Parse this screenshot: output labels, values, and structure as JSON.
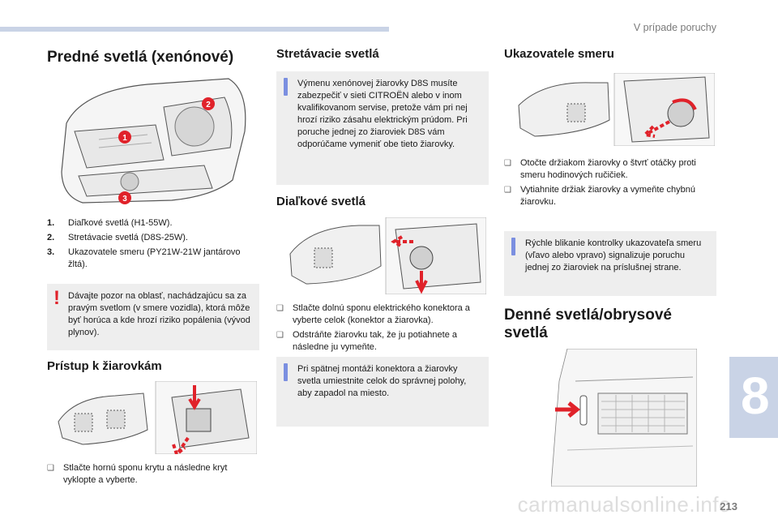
{
  "header": {
    "chapter_title": "V prípade poruchy",
    "chapter_number": "8",
    "page_number": "213"
  },
  "col1": {
    "title": "Predné svetlá (xenónové)",
    "list": [
      {
        "num": "1.",
        "text": "Diaľkové svetlá (H1-55W)."
      },
      {
        "num": "2.",
        "text": "Stretávacie svetlá (D8S-25W)."
      },
      {
        "num": "3.",
        "text": "Ukazovatele smeru (PY21W-21W jantárovo žltá)."
      }
    ],
    "warning": "Dávajte pozor na oblasť, nachádzajúcu sa za pravým svetlom (v smere vozidla), ktorá môže byť horúca a kde hrozí riziko popálenia (vývod plynov).",
    "access_title": "Prístup k žiarovkám",
    "access_steps": [
      "Stlačte hornú sponu krytu a následne kryt vyklopte a vyberte."
    ],
    "callouts": [
      "1",
      "2",
      "3"
    ]
  },
  "col2": {
    "title": "Stretávacie svetlá",
    "note": "Výmenu xenónovej žiarovky D8S musíte zabezpečiť v sieti CITROËN alebo v inom kvalifikovanom servise, pretože vám pri nej hrozí riziko zásahu elektrickým prúdom. Pri poruche jednej zo žiaroviek D8S vám odporúčame vymeniť obe tieto žiarovky.",
    "highbeam_title": "Diaľkové svetlá",
    "steps": [
      "Stlačte dolnú sponu elektrického konektora a vyberte celok (konektor a žiarovka).",
      "Odstráňte žiarovku tak, že ju potiahnete a následne ju vymeňte."
    ],
    "note2": "Pri spätnej montáži konektora a žiarovky svetla umiestnite celok do správnej polohy, aby zapadol na miesto."
  },
  "col3": {
    "title": "Ukazovatele smeru",
    "steps": [
      "Otočte držiakom žiarovky o štvrť otáčky proti smeru hodinových ručičiek.",
      "Vytiahnite držiak žiarovky a vymeňte chybnú žiarovku."
    ],
    "note": "Rýchle blikanie kontrolky ukazovateľa smeru (vľavo alebo vpravo) signalizuje poruchu jednej zo žiaroviek na príslušnej strane.",
    "drl_title": "Denné svetlá/obrysové svetlá"
  },
  "watermark": "carmanualsonline.info",
  "colors": {
    "accent": "#c9d3e6",
    "warning": "#e0222a",
    "info": "#7b8fe0",
    "arrow": "#e0222a"
  }
}
